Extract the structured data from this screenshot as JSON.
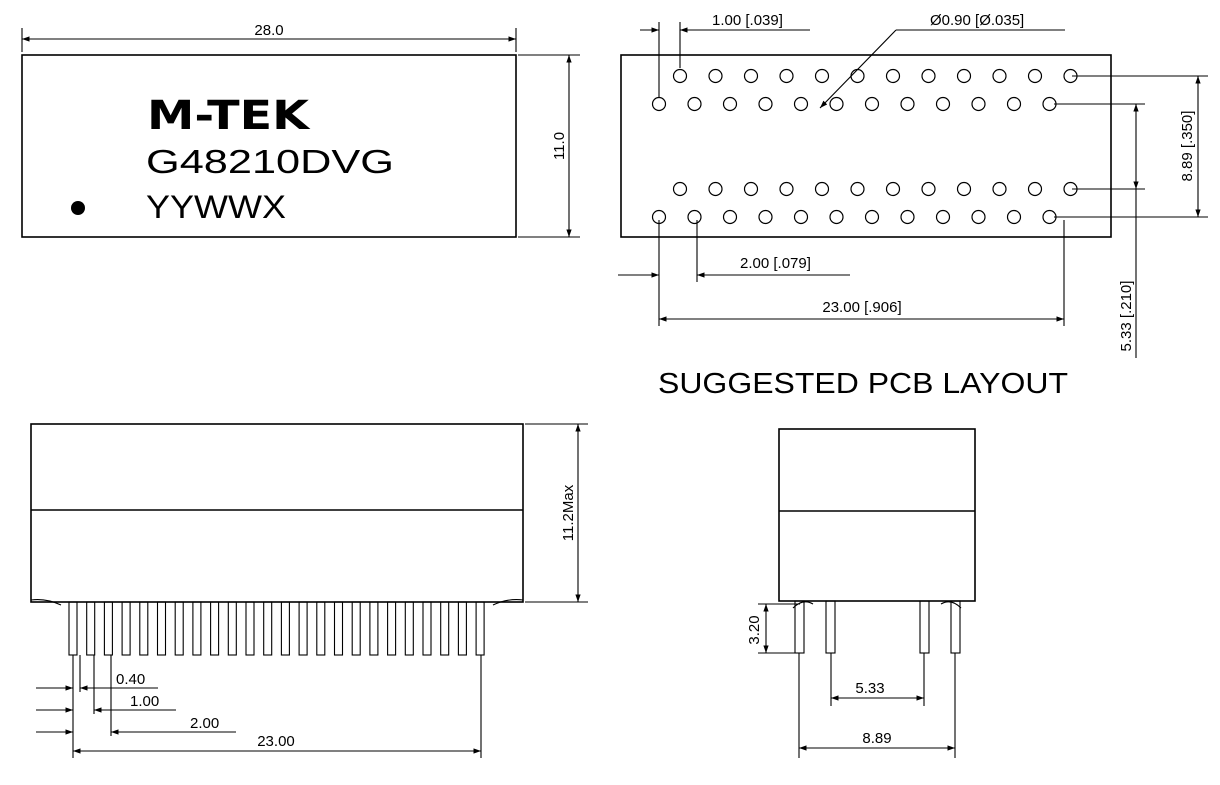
{
  "top_view": {
    "width_label": "28.0",
    "height_label": "11.0",
    "brand": "M-TEK",
    "part_number": "G48210DVG",
    "date_code": "YYWWX"
  },
  "pcb_layout": {
    "title": "SUGGESTED PCB LAYOUT",
    "pitch_label": "1.00 [.039]",
    "hole_label": "Ø0.90 [Ø.035]",
    "row_pitch_label": "2.00 [.079]",
    "span_label": "23.00 [.906]",
    "row_spacing_label": "8.89 [.350]",
    "inner_spacing_label": "5.33 [.210]"
  },
  "side_view": {
    "height_label": "11.2Max",
    "pin_width_label": "0.40",
    "pitch_label": "1.00",
    "row_pitch_label": "2.00",
    "span_label": "23.00"
  },
  "end_view": {
    "pin_length_label": "3.20",
    "inner_label": "5.33",
    "outer_label": "8.89"
  }
}
